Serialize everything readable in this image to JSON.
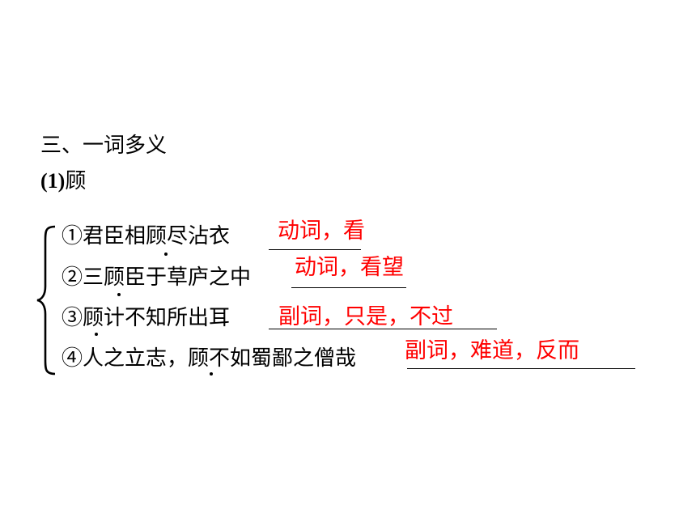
{
  "section_heading": "三、一词多义",
  "word": {
    "number": "(1)",
    "char": "顾"
  },
  "items": [
    {
      "text": "①君臣相顾尽沾衣",
      "answer": "动词，看"
    },
    {
      "text": "②三顾臣于草庐之中",
      "answer": "动词，看望"
    },
    {
      "text": "③顾计不知所出耳",
      "answer": "副词，只是，不过"
    },
    {
      "text": "④人之立志，顾不如蜀鄙之僧哉",
      "answer": "副词，难道，反而"
    }
  ],
  "colors": {
    "answer": "#ff0000",
    "text": "#000000"
  }
}
